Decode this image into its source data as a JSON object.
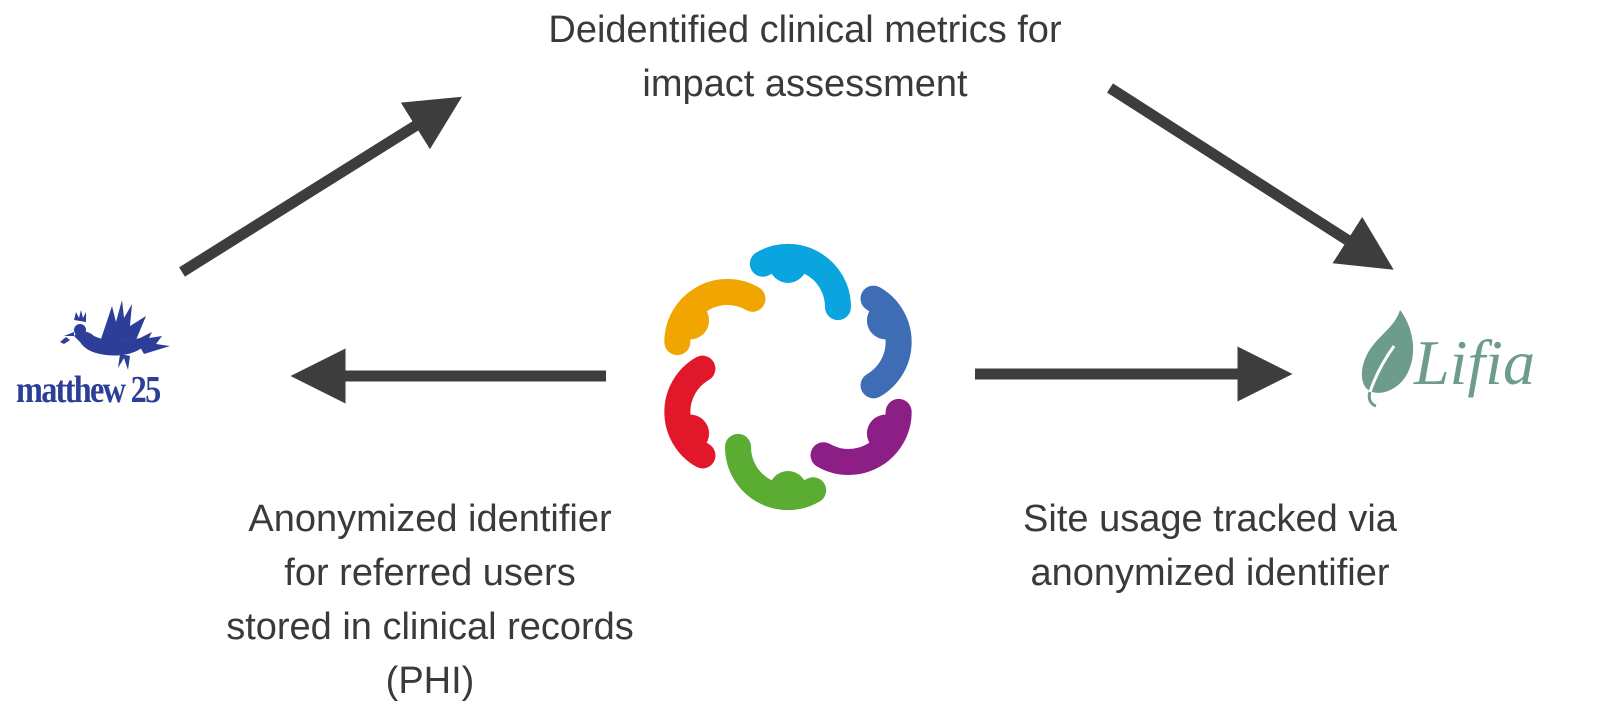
{
  "labels": {
    "top": [
      "Deidentified clinical metrics for",
      "impact assessment"
    ],
    "left": [
      "Anonymized identifier",
      "for referred users",
      "stored in clinical records",
      "(PHI)"
    ],
    "right": [
      "Site usage tracked via",
      "anonymized identifier"
    ]
  },
  "logos": {
    "left_text": "matthew 25",
    "right_text": "Lifia"
  },
  "colors": {
    "arrow": "#3d3d3d",
    "text": "#3a3a3a",
    "matthew25_blue": "#2c3e98",
    "lifia_green": "#6e9c8c",
    "community_cyan": "#0aa4df",
    "community_blue": "#3e6db5",
    "community_purple": "#8b1f86",
    "community_green": "#5aac32",
    "community_red": "#e0182a",
    "community_orange": "#f0a500"
  },
  "icons": {
    "center": "community-circle-icon",
    "left_logo": "dove-icon",
    "right_logo": "leaf-icon"
  }
}
